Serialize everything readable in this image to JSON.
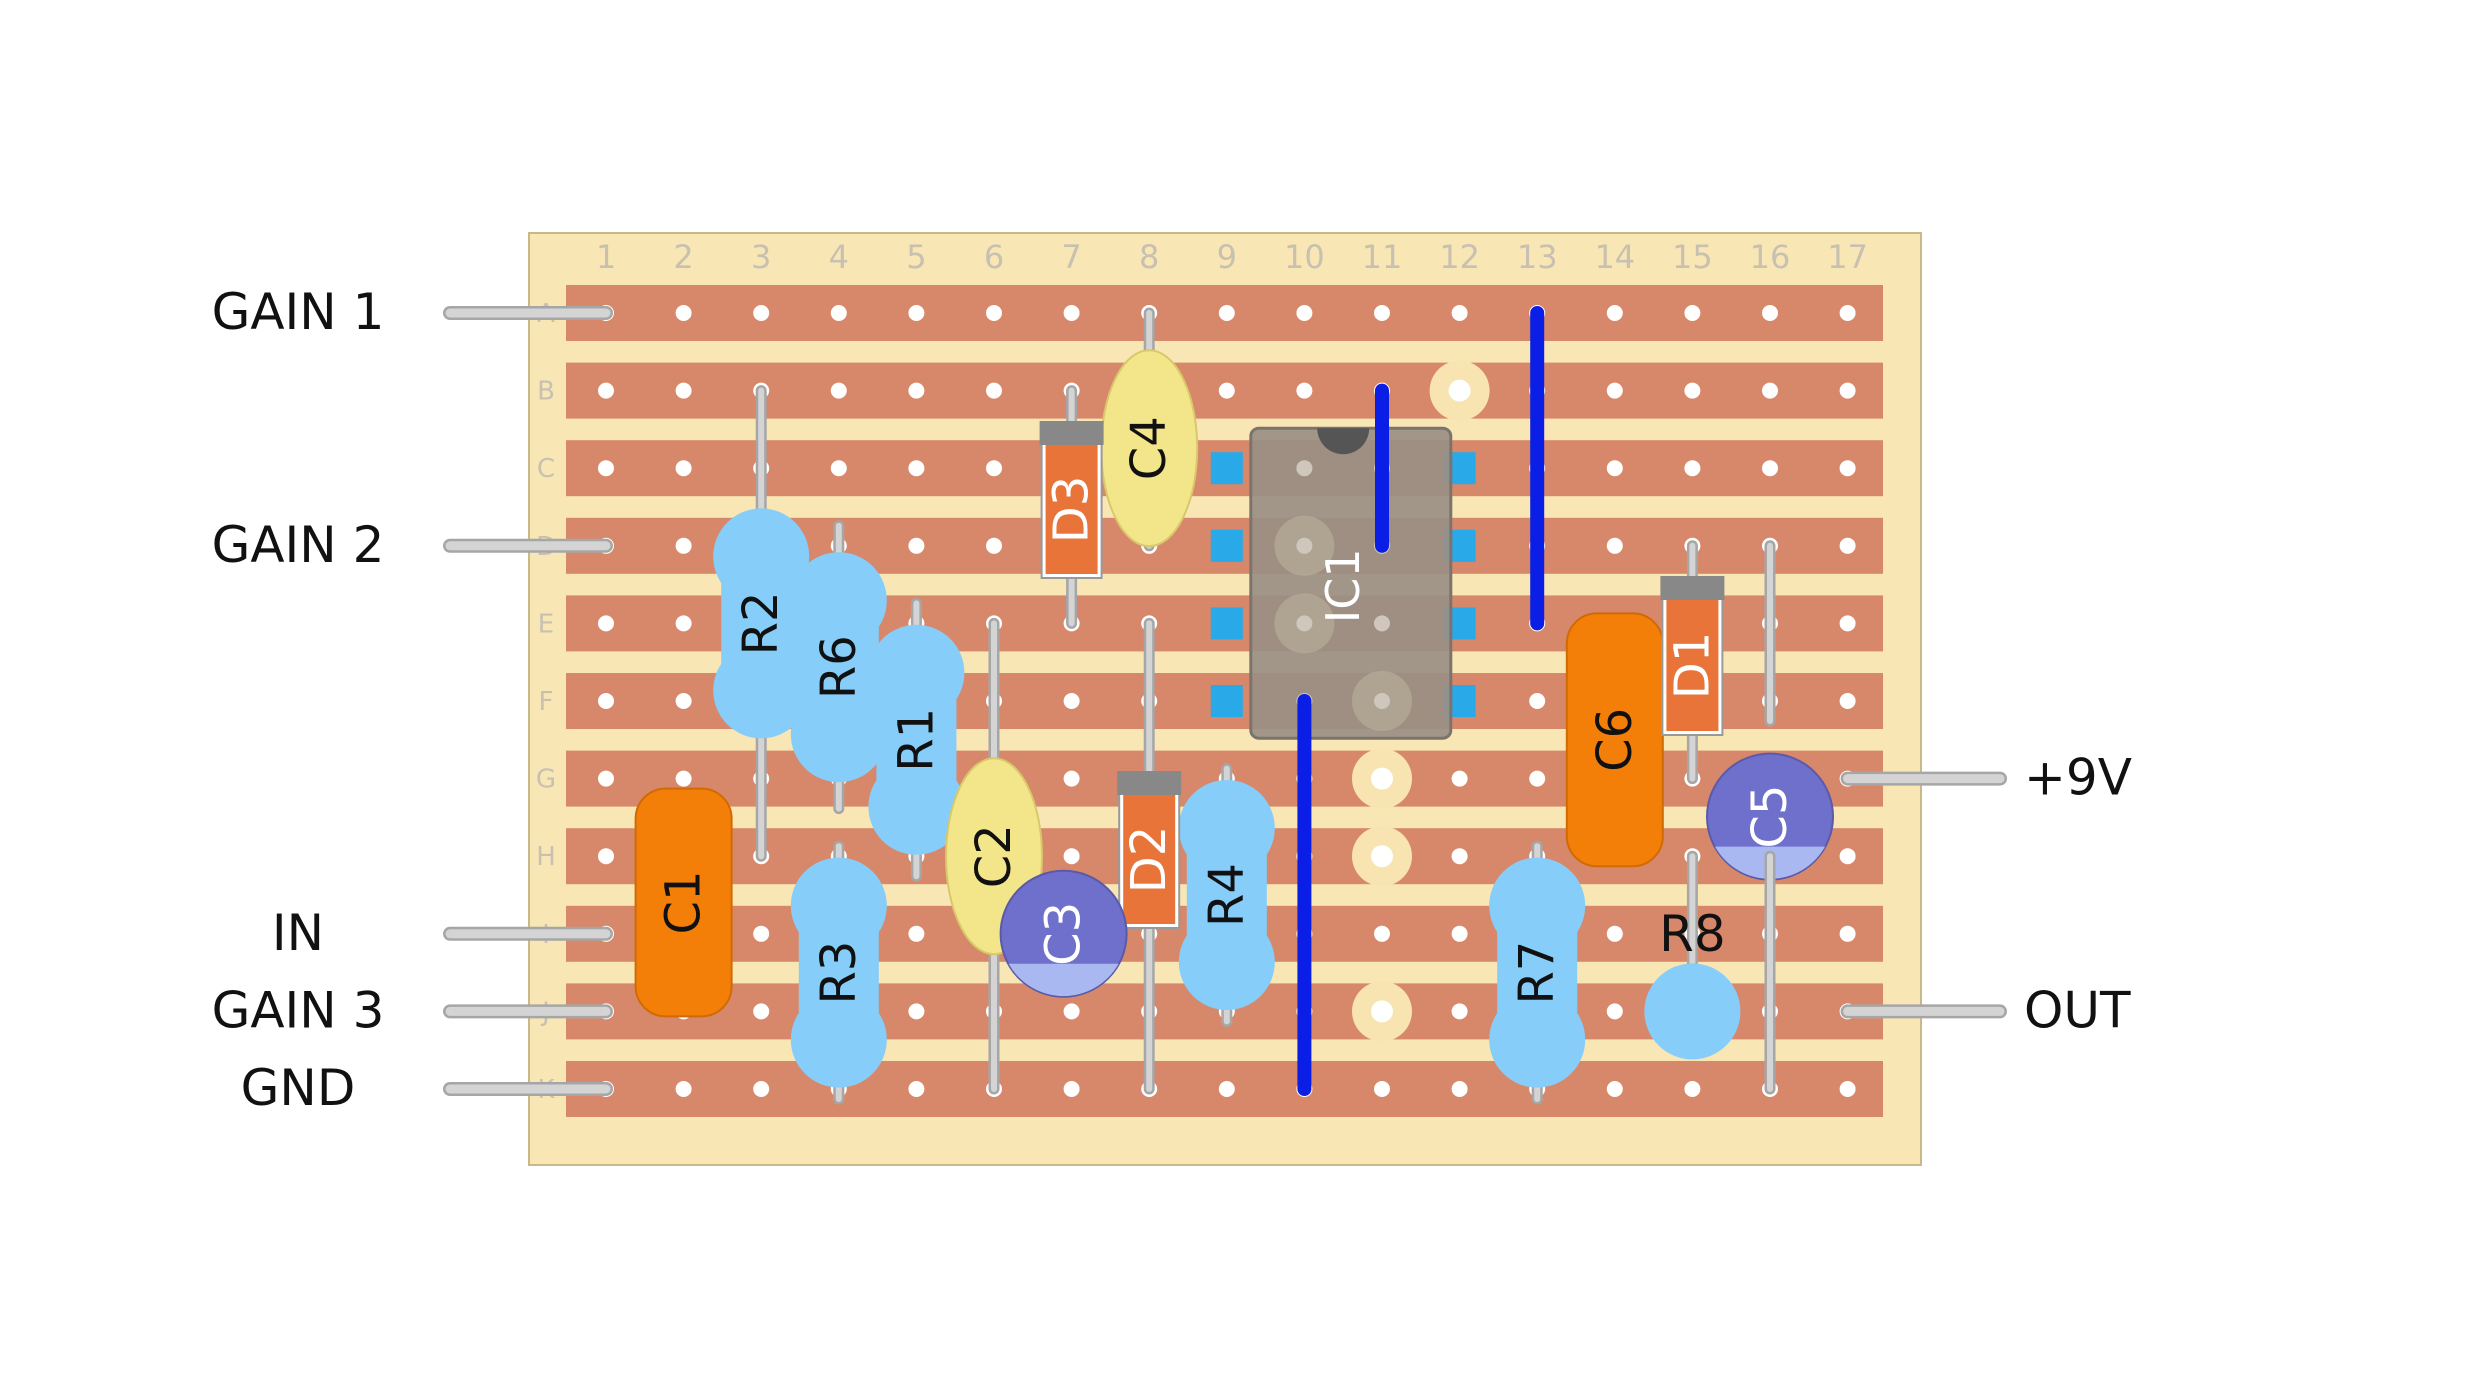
{
  "board": {
    "columns": [
      "1",
      "2",
      "3",
      "4",
      "5",
      "6",
      "7",
      "8",
      "9",
      "10",
      "11",
      "12",
      "13",
      "14",
      "15",
      "16",
      "17"
    ],
    "rows": [
      "A",
      "B",
      "C",
      "D",
      "E",
      "F",
      "G",
      "H",
      "I",
      "J",
      "K"
    ],
    "colors": {
      "board": "#f8e7b4",
      "board_border": "#c8b98a",
      "strip": "#d8886a",
      "hole": "#ffffff",
      "grid_label": "#c8c0b0",
      "wire": "#0a1ee6",
      "lead": "#c4c4c4",
      "resistor": "#86cdf9",
      "electrolytic": "#6f6fcc",
      "film_cap": "#f3e68a",
      "orange_cap": "#f47f08",
      "diode_body": "#e8743a",
      "diode_band": "#888888",
      "ic_body": "#9a8f86",
      "ic_pin": "#29a9e8",
      "cut_ring": "#f7e4b0"
    }
  },
  "connectors": {
    "left": [
      {
        "label": "GAIN 1",
        "row": "A"
      },
      {
        "label": "GAIN 2",
        "row": "D"
      },
      {
        "label": "IN",
        "row": "I"
      },
      {
        "label": "GAIN 3",
        "row": "J"
      },
      {
        "label": "GND",
        "row": "K"
      }
    ],
    "right": [
      {
        "label": "+9V",
        "row": "G"
      },
      {
        "label": "OUT",
        "row": "J"
      }
    ]
  },
  "components": [
    {
      "ref": "R2",
      "kind": "resistor",
      "col": 3,
      "from": "B",
      "to": "H"
    },
    {
      "ref": "R6",
      "kind": "resistor",
      "col": 4,
      "from": "D",
      "to": "G"
    },
    {
      "ref": "R1",
      "kind": "resistor",
      "col": 5,
      "from": "E",
      "to": "H"
    },
    {
      "ref": "R3",
      "kind": "resistor",
      "col": 4,
      "from": "H",
      "to": "K"
    },
    {
      "ref": "R4",
      "kind": "resistor",
      "col": 9,
      "from": "G",
      "to": "J"
    },
    {
      "ref": "R7",
      "kind": "resistor",
      "col": 13,
      "from": "H",
      "to": "K"
    },
    {
      "ref": "R8",
      "kind": "resistor-vertical",
      "col": 15,
      "from": "H",
      "to": "J"
    },
    {
      "ref": "C1",
      "kind": "orange-cap",
      "col": 2,
      "from": "G",
      "to": "J"
    },
    {
      "ref": "C6",
      "kind": "orange-cap",
      "col": 14,
      "from": "E",
      "to": "H"
    },
    {
      "ref": "C2",
      "kind": "film-cap",
      "col": 6,
      "from": "E",
      "to": "K"
    },
    {
      "ref": "C4",
      "kind": "film-cap",
      "col": 8,
      "from": "A",
      "to": "D"
    },
    {
      "ref": "C3",
      "kind": "electrolytic",
      "col": 7,
      "row": "I"
    },
    {
      "ref": "C5",
      "kind": "electrolytic",
      "col": 16,
      "row": "G"
    },
    {
      "ref": "D3",
      "kind": "diode",
      "col": 7,
      "from": "B",
      "to": "E"
    },
    {
      "ref": "D2",
      "kind": "diode",
      "col": 8,
      "from": "E",
      "to": "K"
    },
    {
      "ref": "D1",
      "kind": "diode",
      "col": 15,
      "from": "D",
      "to": "G"
    },
    {
      "ref": "IC1",
      "kind": "ic"
    }
  ],
  "wires": [
    {
      "col": 10,
      "from": "F",
      "to": "K"
    },
    {
      "col": 11,
      "from": "B",
      "to": "D"
    },
    {
      "col": 13,
      "from": "A",
      "to": "E"
    }
  ],
  "track_cuts": [
    {
      "col": 12,
      "row": "B"
    },
    {
      "col": 11,
      "row": "G"
    },
    {
      "col": 11,
      "row": "H"
    },
    {
      "col": 11,
      "row": "J"
    }
  ]
}
